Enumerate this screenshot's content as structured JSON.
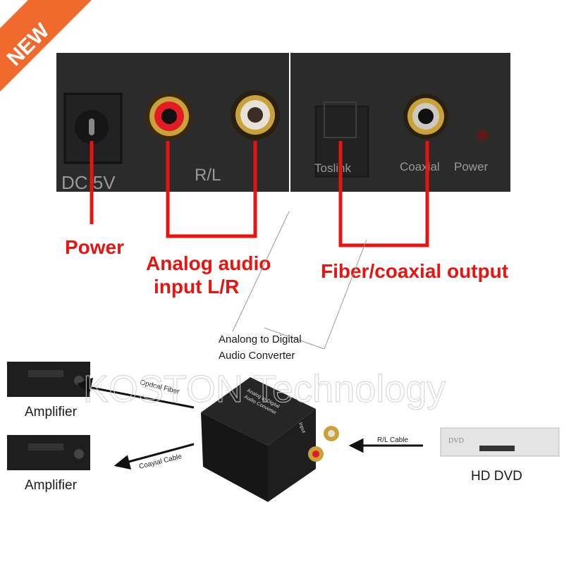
{
  "badge": {
    "text": "NEW",
    "color": "#ef6a2c"
  },
  "panels": {
    "dc_label": "DC 5V",
    "rl_label": "R/L",
    "toslink_label": "Toslink",
    "coaxial_label": "Coaxial",
    "power_label": "Power"
  },
  "callouts": {
    "power": "Power",
    "analog_line1": "Analog audio",
    "analog_line2": "input L/R",
    "output": "Fiber/coaxial output",
    "color": "#e8140f"
  },
  "diagram": {
    "converter_line1": "Analong to Digital",
    "converter_line2": "Audio Converter",
    "device_text1": "Analog to Digital",
    "device_text2": "Audio Converter",
    "device_input": "Input",
    "amplifier_top": "Amplifier",
    "amplifier_bottom": "Amplifier",
    "optical_cable": "Opdcal Fiber",
    "coaxial_cable": "Coayial Cable",
    "rl_cable": "R/L Cable",
    "dvd_player": "HD DVD",
    "dvd_logo": "DVD"
  },
  "watermark": "KOSTON Technology"
}
